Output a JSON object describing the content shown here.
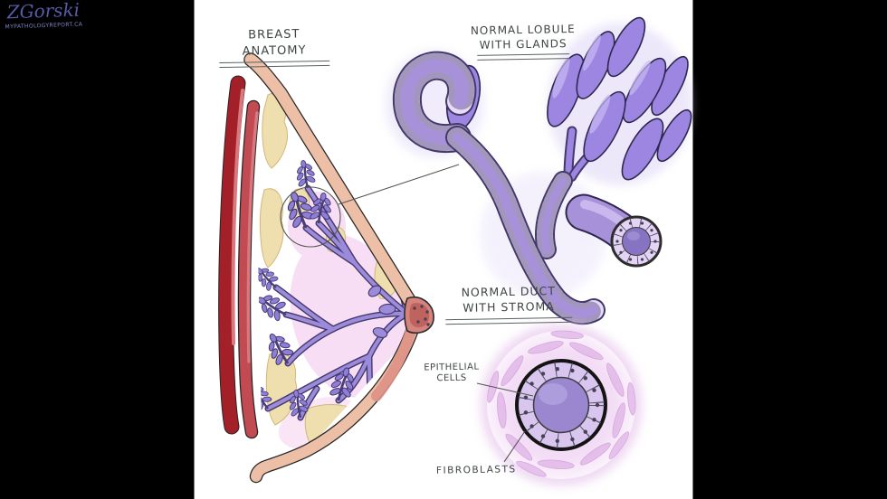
{
  "scene": {
    "background": "#000000",
    "paper_color": "#ffffff"
  },
  "figures": {
    "breast": {
      "title": "BREAST ANATOMY"
    },
    "lobule": {
      "label_line1": "NORMAL LOBULE",
      "label_line2": "WITH GLANDS"
    },
    "duct": {
      "label_line1": "NORMAL DUCT",
      "label_line2": "WITH STROMA",
      "callouts": {
        "epithelial_line1": "EPITHELIAL",
        "epithelial_line2": "CELLS",
        "fibroblasts": "FIBROBLASTS"
      }
    }
  },
  "signature": {
    "artist": "ZGorski",
    "source": "MYPATHOLOGYREPORT.CA"
  },
  "palette": {
    "ink": "#3f4445",
    "gland_purple": "#9c86e2",
    "gland_highlight": "#c9b9f4",
    "leaf_purple": "#8f7ed6",
    "duct_outline": "#43386b",
    "duct_fill": "#9c8bda",
    "tube_band": "#e7dcf5",
    "tube_inner": "#a791d8",
    "epithelium_light": "#d9c6ee",
    "lumen_purple": "#9a87d0",
    "stroma_pink": "#f1d8f4",
    "fibroblast_pink": "#dfb3e6",
    "muscle_red": "#a32028",
    "muscle_red2": "#c24a52",
    "muscle_highlight": "#d8797f",
    "skin_tan": "#edbfa6",
    "skin_shade": "#dd9186",
    "fat_cream": "#efdfae",
    "fat_edge": "#d3b679",
    "tissue_pink": "#f8def4",
    "signature_blue": "#565ca8",
    "credit_blue": "#8287c6"
  }
}
